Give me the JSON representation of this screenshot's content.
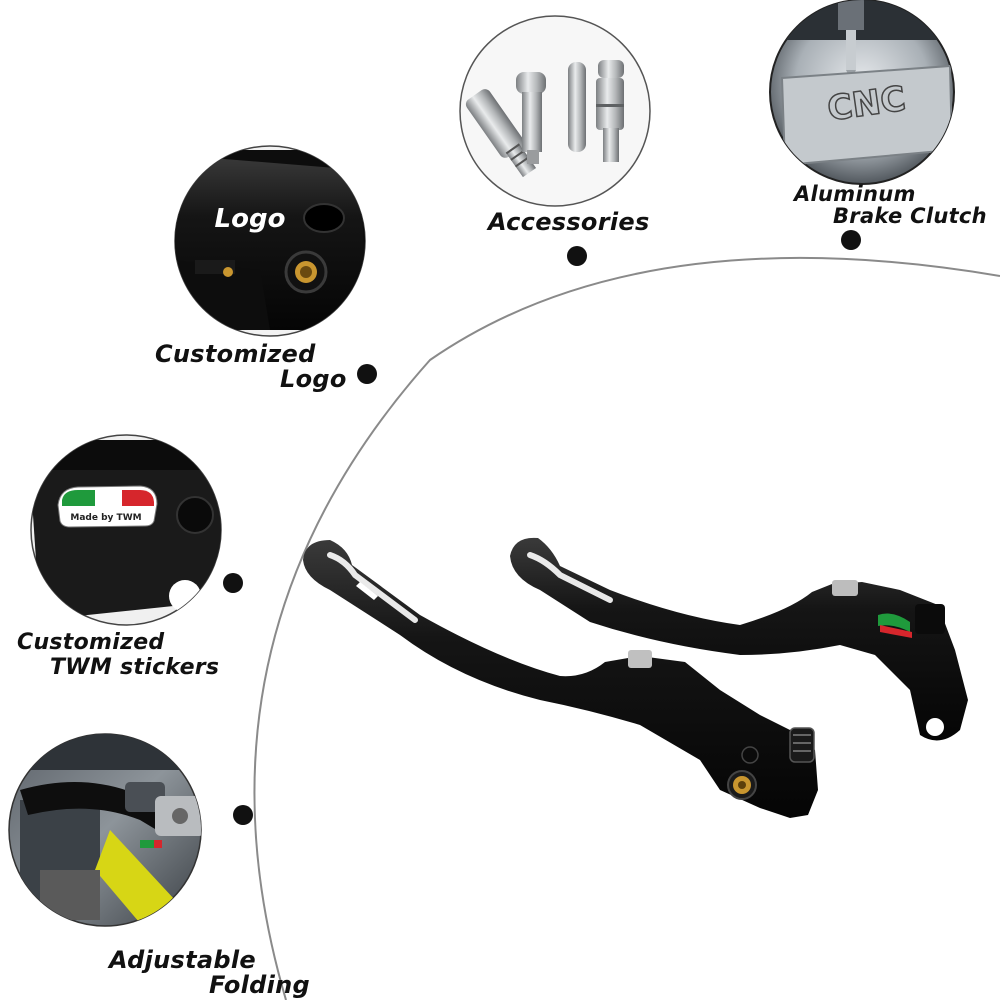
{
  "features": {
    "accessories": {
      "label": "Accessories"
    },
    "cnc": {
      "line1": "Aluminum",
      "line2": "Brake Clutch",
      "engraving": "CNC"
    },
    "logo": {
      "line1": "Customized",
      "line2": "Logo",
      "badge": "Logo"
    },
    "stickers": {
      "line1": "Customized",
      "line2": "TWM stickers",
      "sticker_text": "Made by TWM"
    },
    "folding": {
      "line1": "Adjustable",
      "line2": "Folding"
    }
  },
  "colors": {
    "text": "#111111",
    "arc": "#8a8a8a",
    "metal": "#1a1a1a",
    "italy_green": "#1f9a3c",
    "italy_red": "#d6262c",
    "brass": "#c9962f"
  }
}
